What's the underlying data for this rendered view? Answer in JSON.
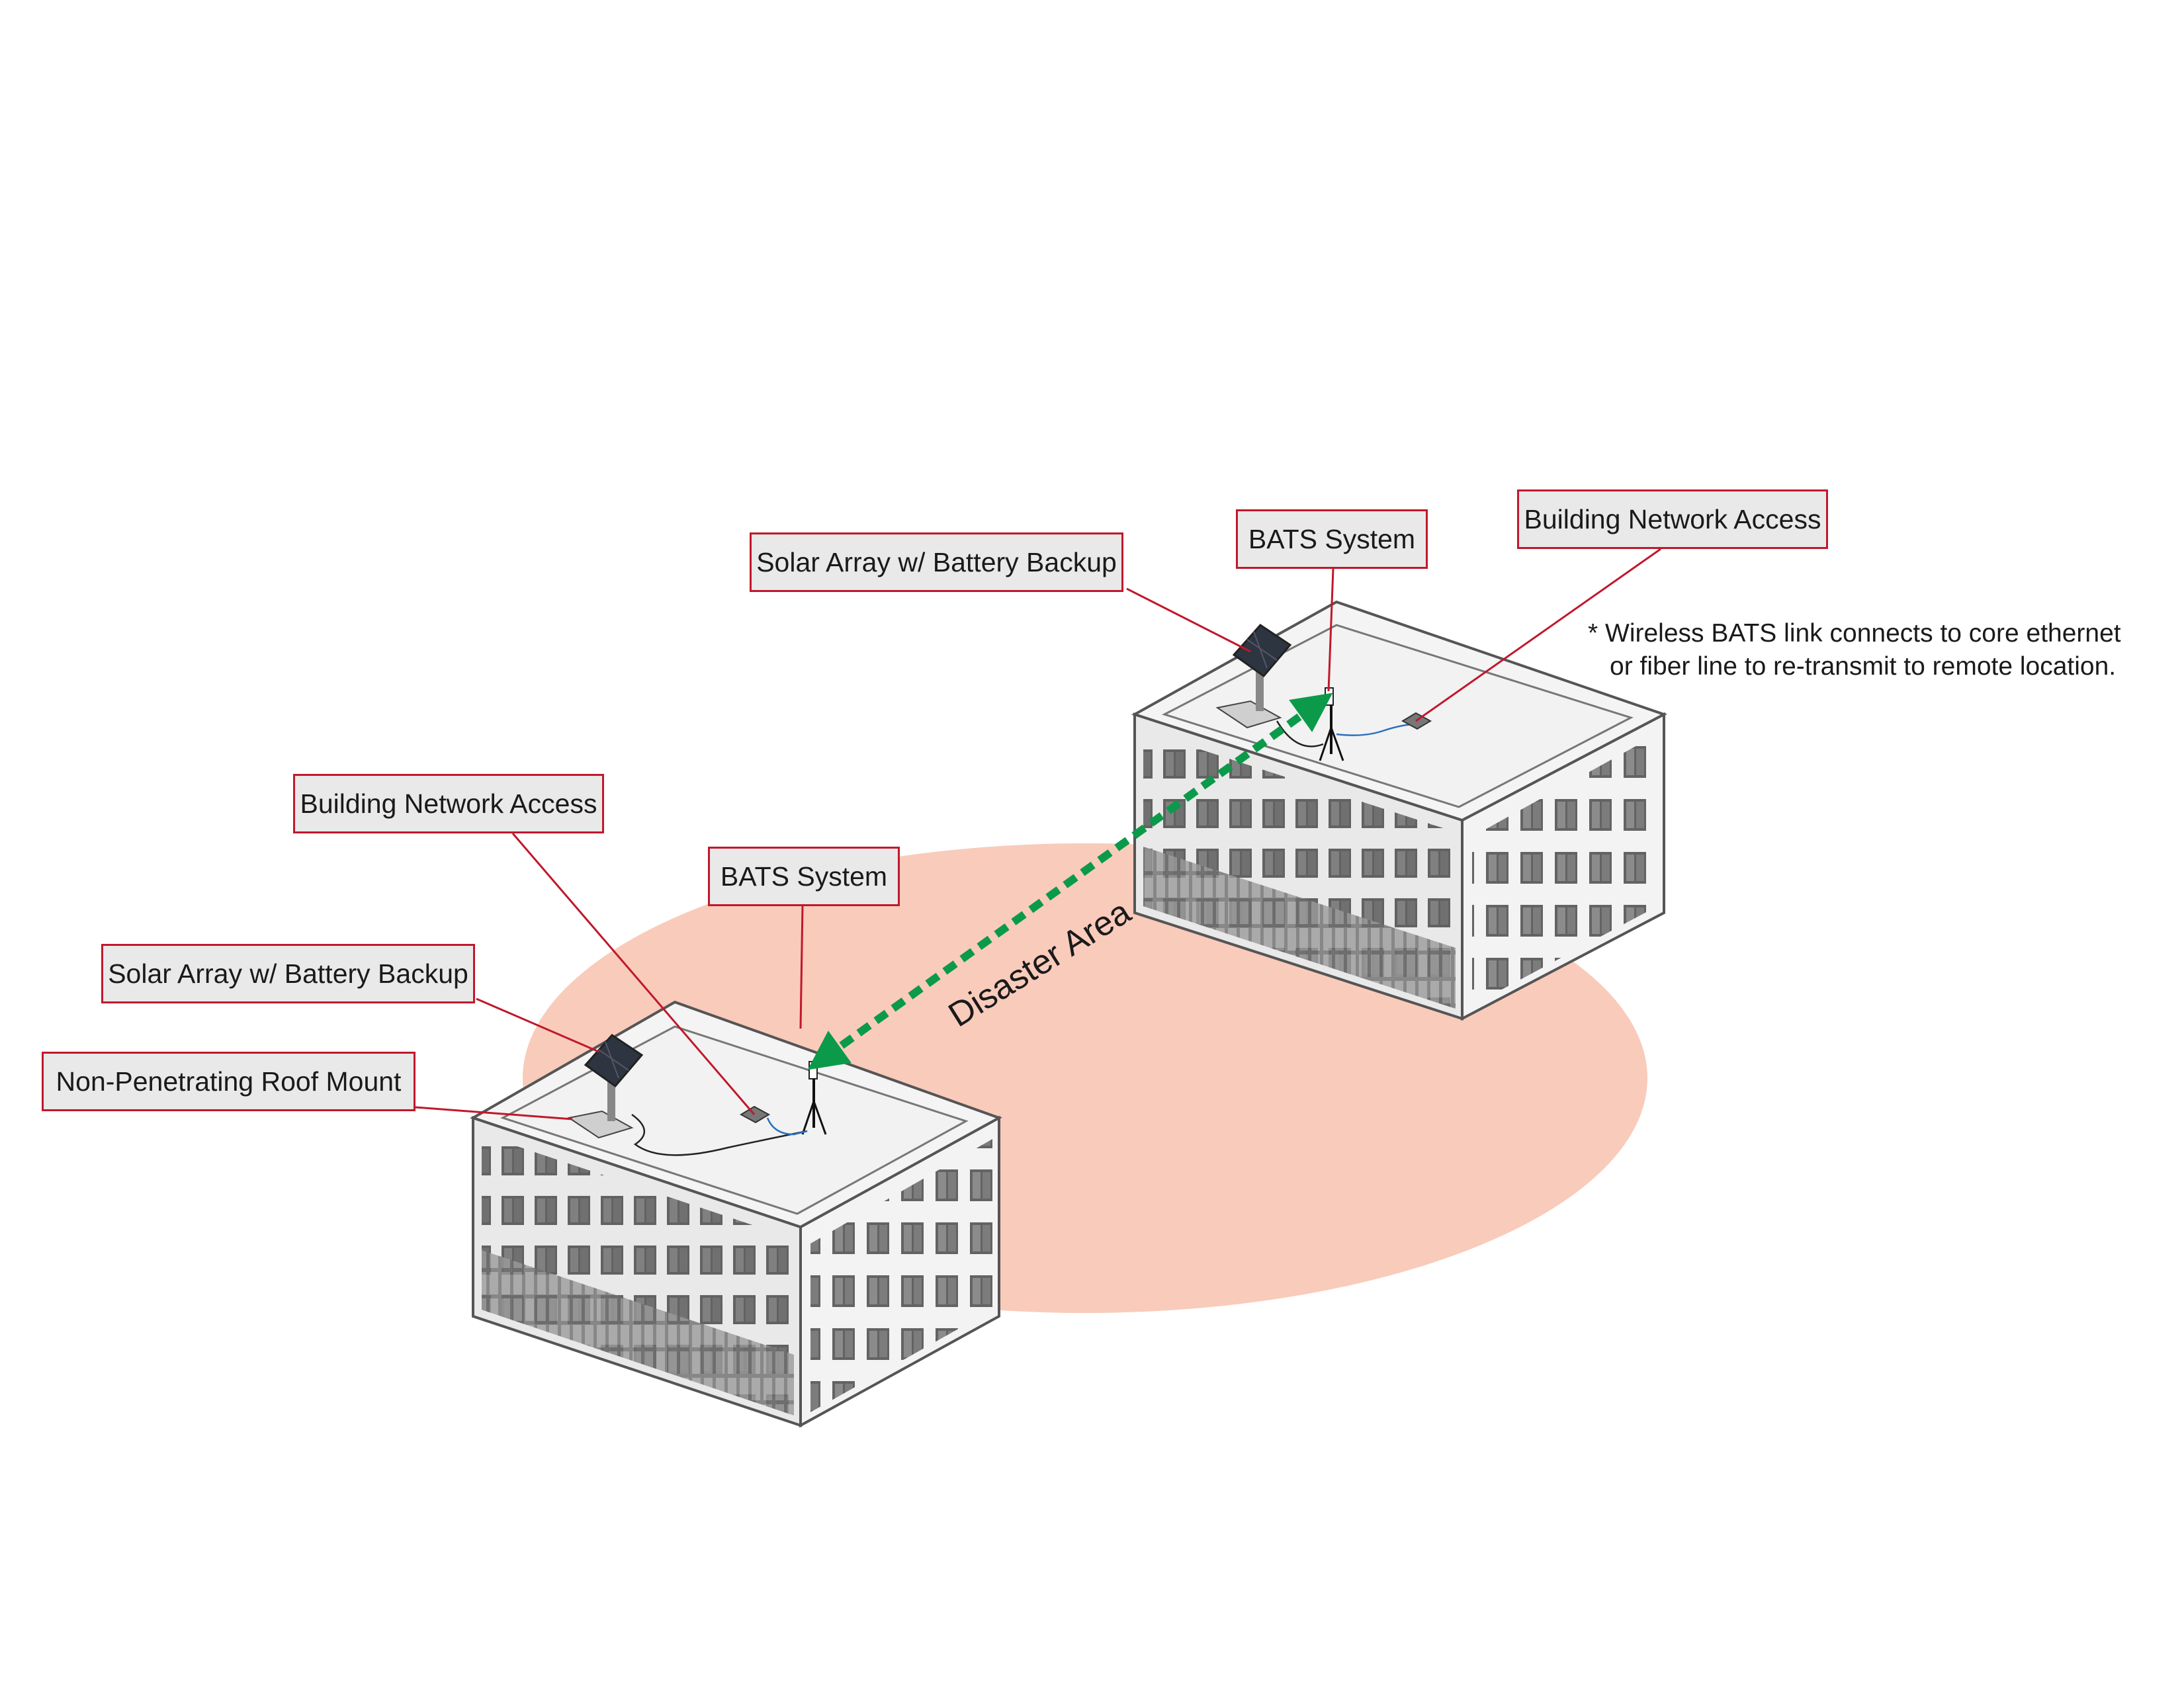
{
  "labels": {
    "solar_left": "Solar Array w/ Battery Backup",
    "roof_mount_left": "Non-Penetrating Roof Mount",
    "network_left": "Building Network Access",
    "bats_left": "BATS System",
    "solar_right": "Solar Array w/ Battery Backup",
    "bats_right": "BATS System",
    "network_right": "Building Network Access"
  },
  "disaster_area": "Disaster Area",
  "note": {
    "line1": "* Wireless BATS link connects to core ethernet",
    "line2": "or fiber line to re-transmit to remote location."
  },
  "colors": {
    "callout_border": "#c0182c",
    "callout_fill": "#e9e9e9",
    "disaster_area": "#f9cbbb",
    "wireless_link": "#0b9a4a",
    "leader_line": "#c0182c"
  }
}
